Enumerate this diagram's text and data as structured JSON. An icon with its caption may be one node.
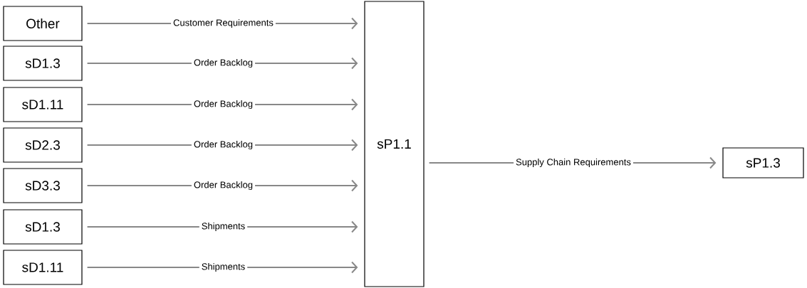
{
  "diagram": {
    "nodes": [
      {
        "text": [
          "Other"
        ]
      },
      {
        "text": [
          "sD1.3"
        ]
      },
      {
        "text": [
          "sD1.11"
        ]
      },
      {
        "text": [
          "sD2.3"
        ]
      },
      {
        "text": [
          "sD3.3"
        ]
      },
      {
        "text": [
          "sD1.3"
        ]
      },
      {
        "text": [
          "sD1.11"
        ]
      },
      {
        "text": [
          "sP1.1"
        ]
      },
      {
        "text": [
          "sP1.3"
        ]
      }
    ],
    "edges": [
      {
        "from": 0,
        "to": 7,
        "arrow": "to",
        "label": "Customer Requirements"
      },
      {
        "from": 1,
        "to": 7,
        "arrow": "to",
        "label": "Order Backlog"
      },
      {
        "from": 2,
        "to": 7,
        "arrow": "to",
        "label": "Order Backlog"
      },
      {
        "from": 3,
        "to": 7,
        "arrow": "to",
        "label": "Order Backlog"
      },
      {
        "from": 4,
        "to": 7,
        "arrow": "to",
        "label": "Order Backlog"
      },
      {
        "from": 5,
        "to": 7,
        "arrow": "to",
        "label": "Shipments"
      },
      {
        "from": 6,
        "to": 7,
        "arrow": "to",
        "label": "Shipments"
      },
      {
        "from": 7,
        "to": 8,
        "arrow": "to",
        "label": "Supply Chain Requirements"
      }
    ]
  }
}
